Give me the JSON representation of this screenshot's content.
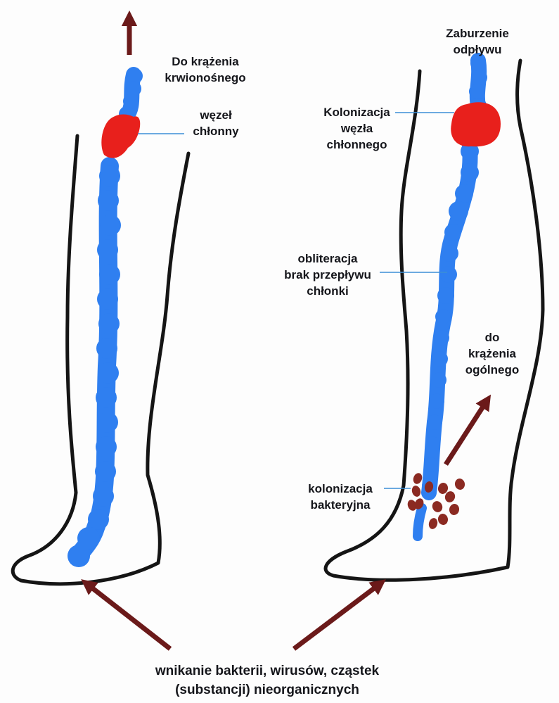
{
  "left_leg": {
    "label_outflow": "Do krążenia\nkrwionośnego",
    "label_node": "węzeł\nchłonny"
  },
  "right_leg": {
    "label_outflow_disorder": "Zaburzenie\nodpływu",
    "label_node_colonization": "Kolonizacja\nwęzła\nchłonnego",
    "label_obliteration": "obliteracja\nbrak przepływu\nchłonki",
    "label_general_circulation": "do\nkrążenia\nogólnego",
    "label_bacterial_colonization": "kolonizacja\nbakteryjna"
  },
  "caption": "wnikanie bakterii, wirusów, cząstek\n(substancji) nieorganicznych",
  "colors": {
    "lymph_vessel": "#2f7ff0",
    "lymph_node": "#e8201c",
    "arrow": "#6b1a1a",
    "bacteria": "#8b2a22",
    "outline": "#151515",
    "pointer_line": "#3c8fd6"
  }
}
